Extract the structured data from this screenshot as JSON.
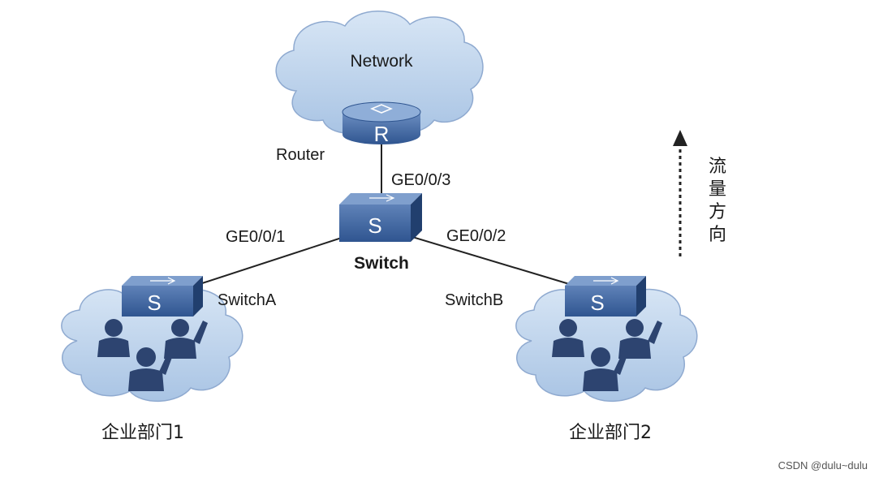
{
  "network": {
    "label": "Network"
  },
  "router": {
    "label": "Router",
    "glyph": "R"
  },
  "core_switch": {
    "label": "Switch",
    "glyph": "S"
  },
  "switch_a": {
    "label": "SwitchA",
    "glyph": "S"
  },
  "switch_b": {
    "label": "SwitchB",
    "glyph": "S"
  },
  "ports": {
    "ge3": "GE0/0/3",
    "ge1": "GE0/0/1",
    "ge2": "GE0/0/2"
  },
  "dept1": {
    "label": "企业部门1"
  },
  "dept2": {
    "label": "企业部门2"
  },
  "flow": {
    "chars": [
      "流",
      "量",
      "方",
      "向"
    ]
  },
  "watermark": "CSDN @dulu~dulu",
  "colors": {
    "cloud": "#bcd3ec",
    "device": "#2f5590",
    "device_light": "#5b7fb5",
    "person": "#2d4470",
    "line": "#222222"
  }
}
